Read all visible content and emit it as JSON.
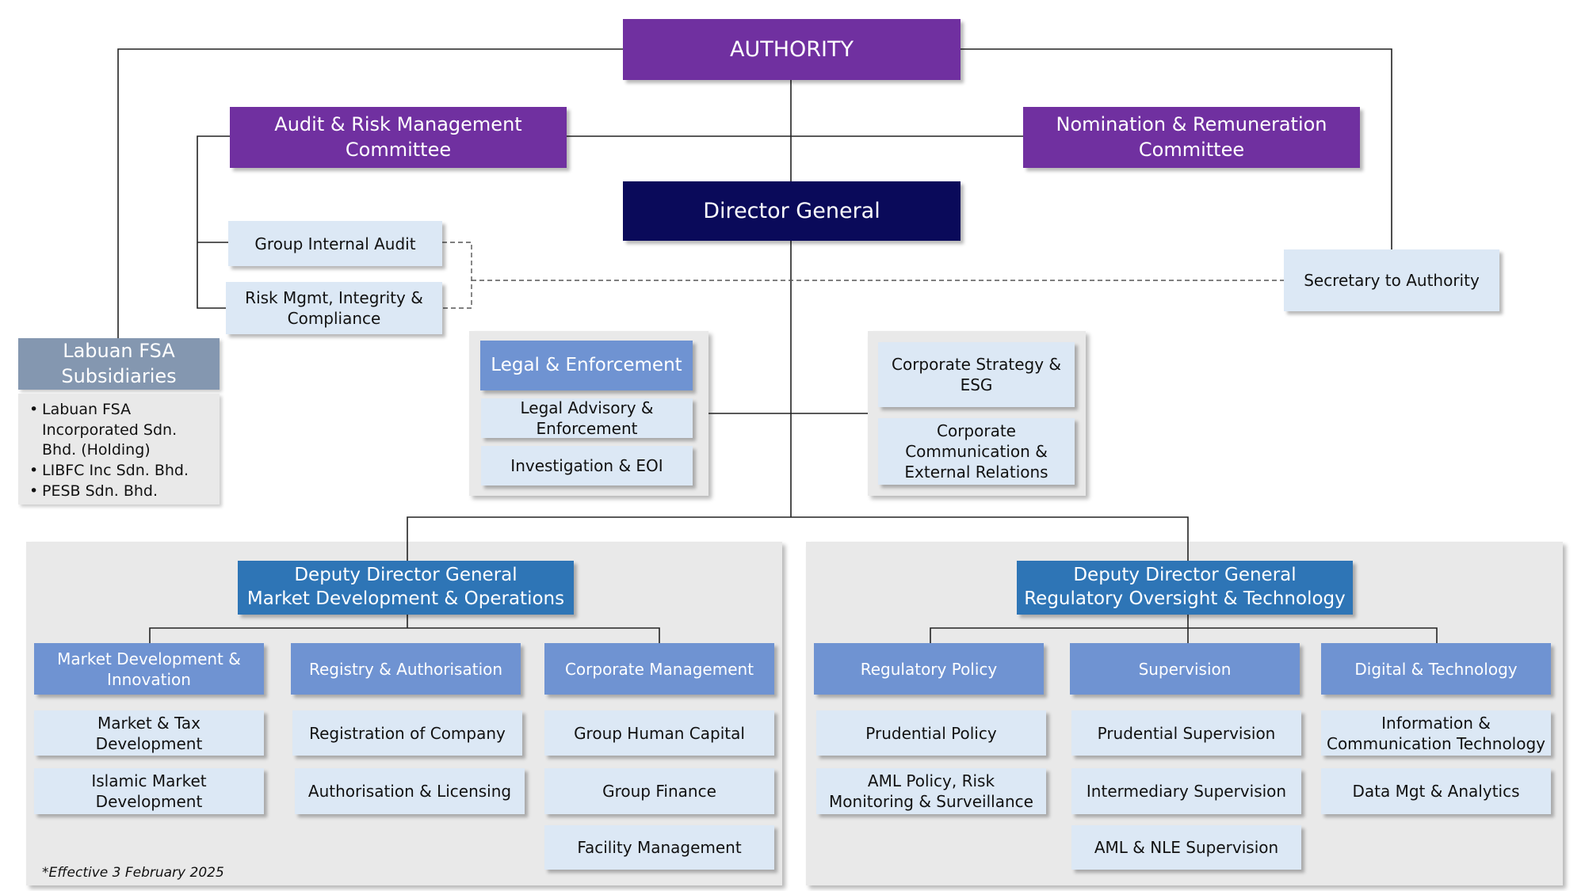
{
  "authority": "AUTHORITY",
  "audit_committee": "Audit & Risk Management\nCommittee",
  "nomination_committee": "Nomination & Remuneration\nCommittee",
  "director_general": "Director General",
  "group_internal_audit": "Group Internal Audit",
  "risk_mgmt": "Risk Mgmt,  Integrity &\nCompliance",
  "secretary": "Secretary to Authority",
  "subsidiaries": {
    "title": "Labuan FSA\nSubsidiaries",
    "items": [
      "Labuan FSA\nIncorporated Sdn.\nBhd. (Holding)",
      "LIBFC Inc Sdn. Bhd.",
      "PESB Sdn. Bhd."
    ]
  },
  "legal": {
    "title": "Legal & Enforcement",
    "items": [
      "Legal Advisory &\nEnforcement",
      "Investigation &  EOI"
    ]
  },
  "corporate_strategy": {
    "items": [
      "Corporate Strategy &\nESG",
      "Corporate\nCommunication &\nExternal Relations"
    ]
  },
  "ddg_market": {
    "title": "Deputy Director General\nMarket Development & Operations",
    "depts": [
      {
        "title": "Market Development &\nInnovation",
        "units": [
          "Market & Tax\nDevelopment",
          "Islamic Market\nDevelopment"
        ]
      },
      {
        "title": "Registry & Authorisation",
        "units": [
          "Registration of Company",
          "Authorisation & Licensing"
        ]
      },
      {
        "title": "Corporate Management",
        "units": [
          "Group Human Capital",
          "Group Finance",
          "Facility Management"
        ]
      }
    ]
  },
  "ddg_regulatory": {
    "title": "Deputy Director General\nRegulatory Oversight & Technology",
    "depts": [
      {
        "title": "Regulatory Policy",
        "units": [
          "Prudential Policy",
          "AML Policy, Risk\nMonitoring & Surveillance"
        ]
      },
      {
        "title": "Supervision",
        "units": [
          "Prudential Supervision",
          "Intermediary Supervision",
          "AML & NLE Supervision"
        ]
      },
      {
        "title": "Digital & Technology",
        "units": [
          "Information &\nCommunication Technology",
          "Data Mgt & Analytics"
        ]
      }
    ]
  },
  "effective_note": "*Effective 3 February 2025",
  "colors": {
    "purple": "#7030A0",
    "navy": "#0A0A5A",
    "gray_blue": "#8497B0",
    "deputy_blue": "#2E75B6",
    "dept_blue": "#6F93D2",
    "light_blue": "#DCE8F5",
    "panel_gray": "#E9E9E9"
  }
}
